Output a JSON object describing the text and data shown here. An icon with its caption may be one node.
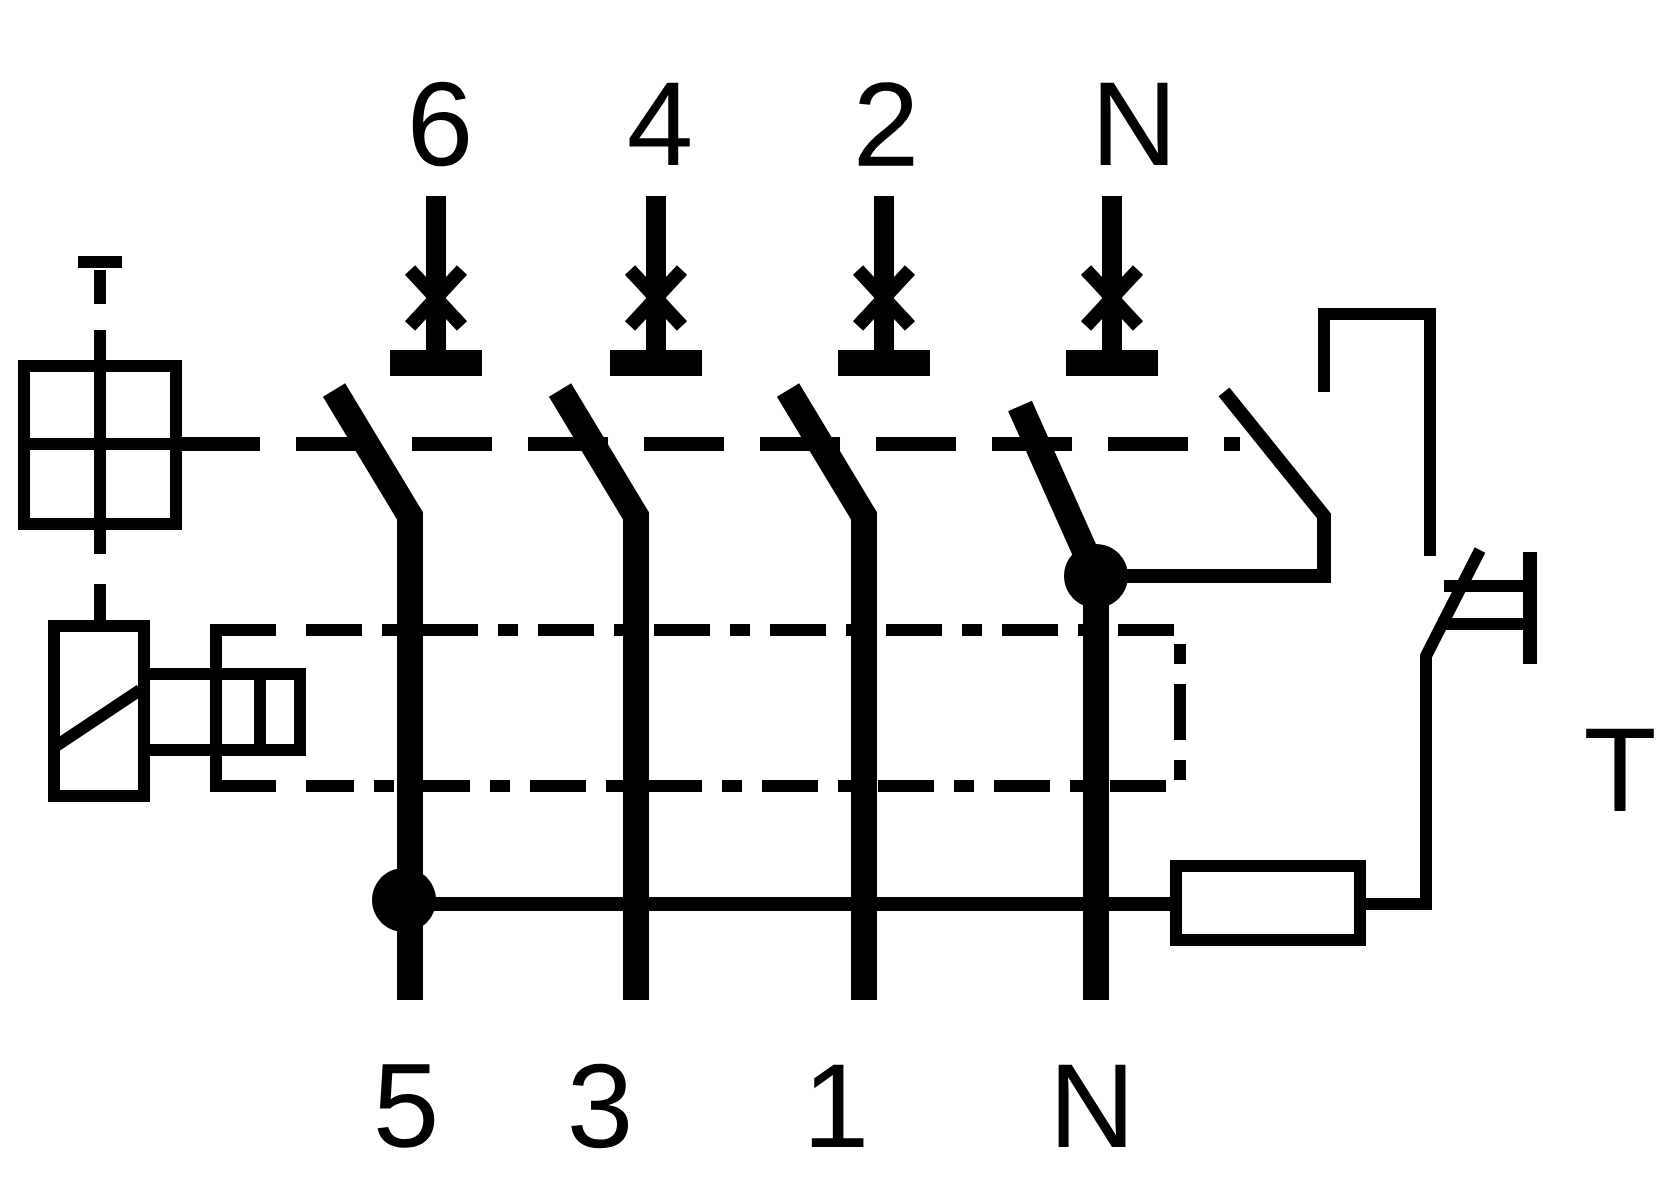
{
  "diagram": {
    "labels": [
      "6",
      "4",
      "2",
      "N",
      "5",
      "3",
      "1",
      "N",
      "T"
    ]
  }
}
